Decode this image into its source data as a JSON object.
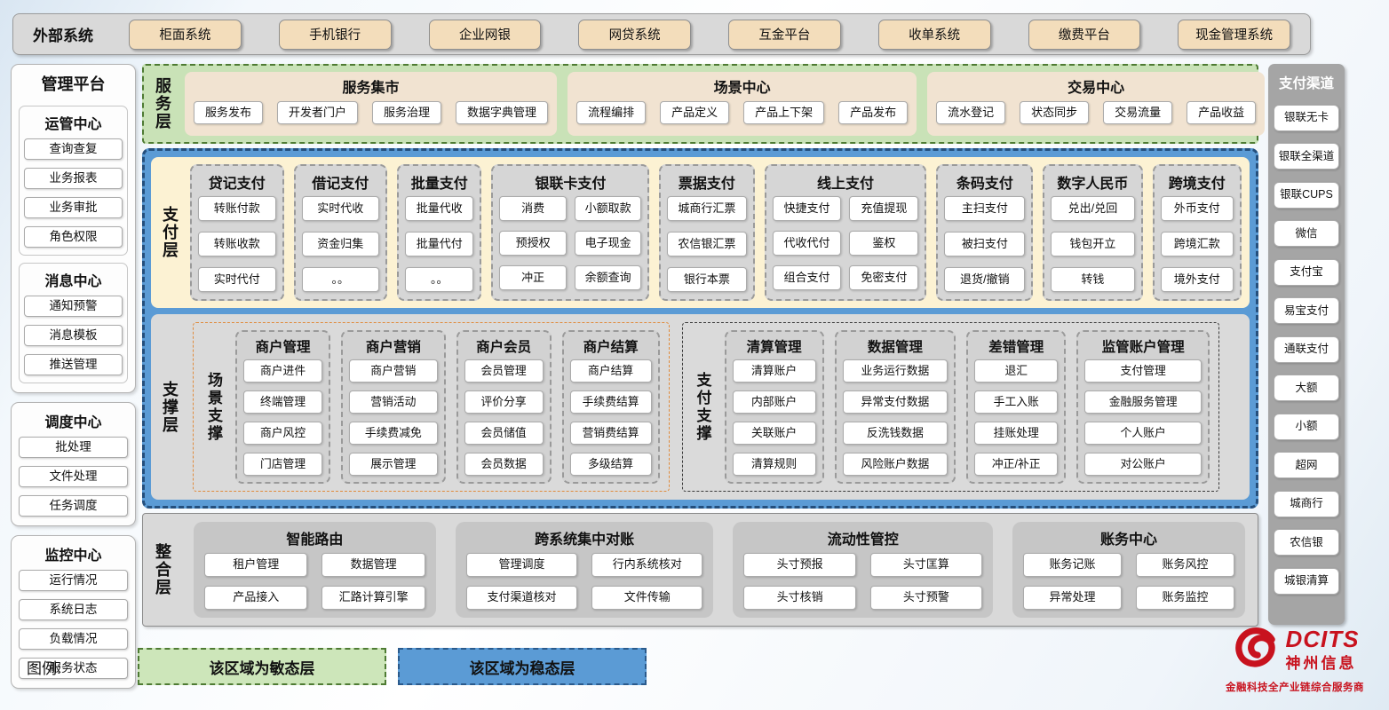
{
  "external_systems": {
    "label": "外部系统",
    "items": [
      "柜面系统",
      "手机银行",
      "企业网银",
      "网贷系统",
      "互金平台",
      "收单系统",
      "缴费平台",
      "现金管理系统"
    ]
  },
  "management_platform": {
    "title": "管理平台",
    "groups": [
      {
        "title": "运管中心",
        "items": [
          "查询查复",
          "业务报表",
          "业务审批",
          "角色权限"
        ]
      },
      {
        "title": "消息中心",
        "items": [
          "通知预警",
          "消息模板",
          "推送管理"
        ]
      },
      {
        "title": "调度中心",
        "items": [
          "批处理",
          "文件处理",
          "任务调度"
        ]
      },
      {
        "title": "监控中心",
        "items": [
          "运行情况",
          "系统日志",
          "负载情况",
          "服务状态"
        ]
      }
    ]
  },
  "service_layer": {
    "label": "服务层",
    "groups": [
      {
        "title": "服务集市",
        "items": [
          "服务发布",
          "开发者门户",
          "服务治理",
          "数据字典管理"
        ]
      },
      {
        "title": "场景中心",
        "items": [
          "流程编排",
          "产品定义",
          "产品上下架",
          "产品发布"
        ]
      },
      {
        "title": "交易中心",
        "items": [
          "流水登记",
          "状态同步",
          "交易流量",
          "产品收益"
        ]
      }
    ]
  },
  "payment_layer": {
    "label": "支付层",
    "columns": [
      {
        "title": "贷记支付",
        "items": [
          "转账付款",
          "转账收款",
          "实时代付"
        ]
      },
      {
        "title": "借记支付",
        "items": [
          "实时代收",
          "资金归集",
          "。。"
        ]
      },
      {
        "title": "批量支付",
        "items": [
          "批量代收",
          "批量代付",
          "。。"
        ]
      },
      {
        "title": "银联卡支付",
        "items": [
          "消费",
          "小额取款",
          "预授权",
          "电子现金",
          "冲正",
          "余额查询"
        ]
      },
      {
        "title": "票据支付",
        "items": [
          "城商行汇票",
          "农信银汇票",
          "银行本票"
        ]
      },
      {
        "title": "线上支付",
        "items": [
          "快捷支付",
          "充值提现",
          "代收代付",
          "鉴权",
          "组合支付",
          "免密支付"
        ]
      },
      {
        "title": "条码支付",
        "items": [
          "主扫支付",
          "被扫支付",
          "退货/撤销"
        ]
      },
      {
        "title": "数字人民币",
        "items": [
          "兑出/兑回",
          "钱包开立",
          "转钱"
        ]
      },
      {
        "title": "跨境支付",
        "items": [
          "外币支付",
          "跨境汇款",
          "境外支付"
        ]
      }
    ]
  },
  "support_layer": {
    "label": "支撑层",
    "sections": [
      {
        "label": "场景支撑",
        "columns": [
          {
            "title": "商户管理",
            "items": [
              "商户进件",
              "终端管理",
              "商户风控",
              "门店管理"
            ]
          },
          {
            "title": "商户营销",
            "items": [
              "商户营销",
              "营销活动",
              "手续费减免",
              "展示管理"
            ]
          },
          {
            "title": "商户会员",
            "items": [
              "会员管理",
              "评价分享",
              "会员储值",
              "会员数据"
            ]
          },
          {
            "title": "商户结算",
            "items": [
              "商户结算",
              "手续费结算",
              "营销费结算",
              "多级结算"
            ]
          }
        ]
      },
      {
        "label": "支付支撑",
        "columns": [
          {
            "title": "清算管理",
            "items": [
              "清算账户",
              "内部账户",
              "关联账户",
              "清算规则"
            ]
          },
          {
            "title": "数据管理",
            "items": [
              "业务运行数据",
              "异常支付数据",
              "反洗钱数据",
              "风险账户数据"
            ]
          },
          {
            "title": "差错管理",
            "items": [
              "退汇",
              "手工入账",
              "挂账处理",
              "冲正/补正"
            ]
          },
          {
            "title": "监管账户管理",
            "items": [
              "支付管理",
              "金融服务管理",
              "个人账户",
              "对公账户"
            ]
          }
        ]
      }
    ]
  },
  "integration_layer": {
    "label": "整合层",
    "groups": [
      {
        "title": "智能路由",
        "items": [
          "租户管理",
          "数据管理",
          "产品接入",
          "汇路计算引擎"
        ]
      },
      {
        "title": "跨系统集中对账",
        "items": [
          "管理调度",
          "行内系统核对",
          "支付渠道核对",
          "文件传输"
        ]
      },
      {
        "title": "流动性管控",
        "items": [
          "头寸预报",
          "头寸匡算",
          "头寸核销",
          "头寸预警"
        ]
      },
      {
        "title": "账务中心",
        "items": [
          "账务记账",
          "账务风控",
          "异常处理",
          "账务监控"
        ]
      }
    ]
  },
  "payment_channels": {
    "title": "支付渠道",
    "items": [
      "银联无卡",
      "银联全渠道",
      "银联CUPS",
      "微信",
      "支付宝",
      "易宝支付",
      "通联支付",
      "大额",
      "小额",
      "超网",
      "城商行",
      "农信银",
      "城银清算"
    ]
  },
  "legend": {
    "label": "图例:",
    "items": [
      {
        "text": "该区域为敏态层",
        "color": "#cde6ba"
      },
      {
        "text": "该区域为稳态层",
        "color": "#5b9bd5"
      }
    ]
  },
  "logo": {
    "brand": "DCITS",
    "name": "神州信息",
    "tagline": "金融科技全产业链综合服务商",
    "brand_color": "#c8121e"
  }
}
